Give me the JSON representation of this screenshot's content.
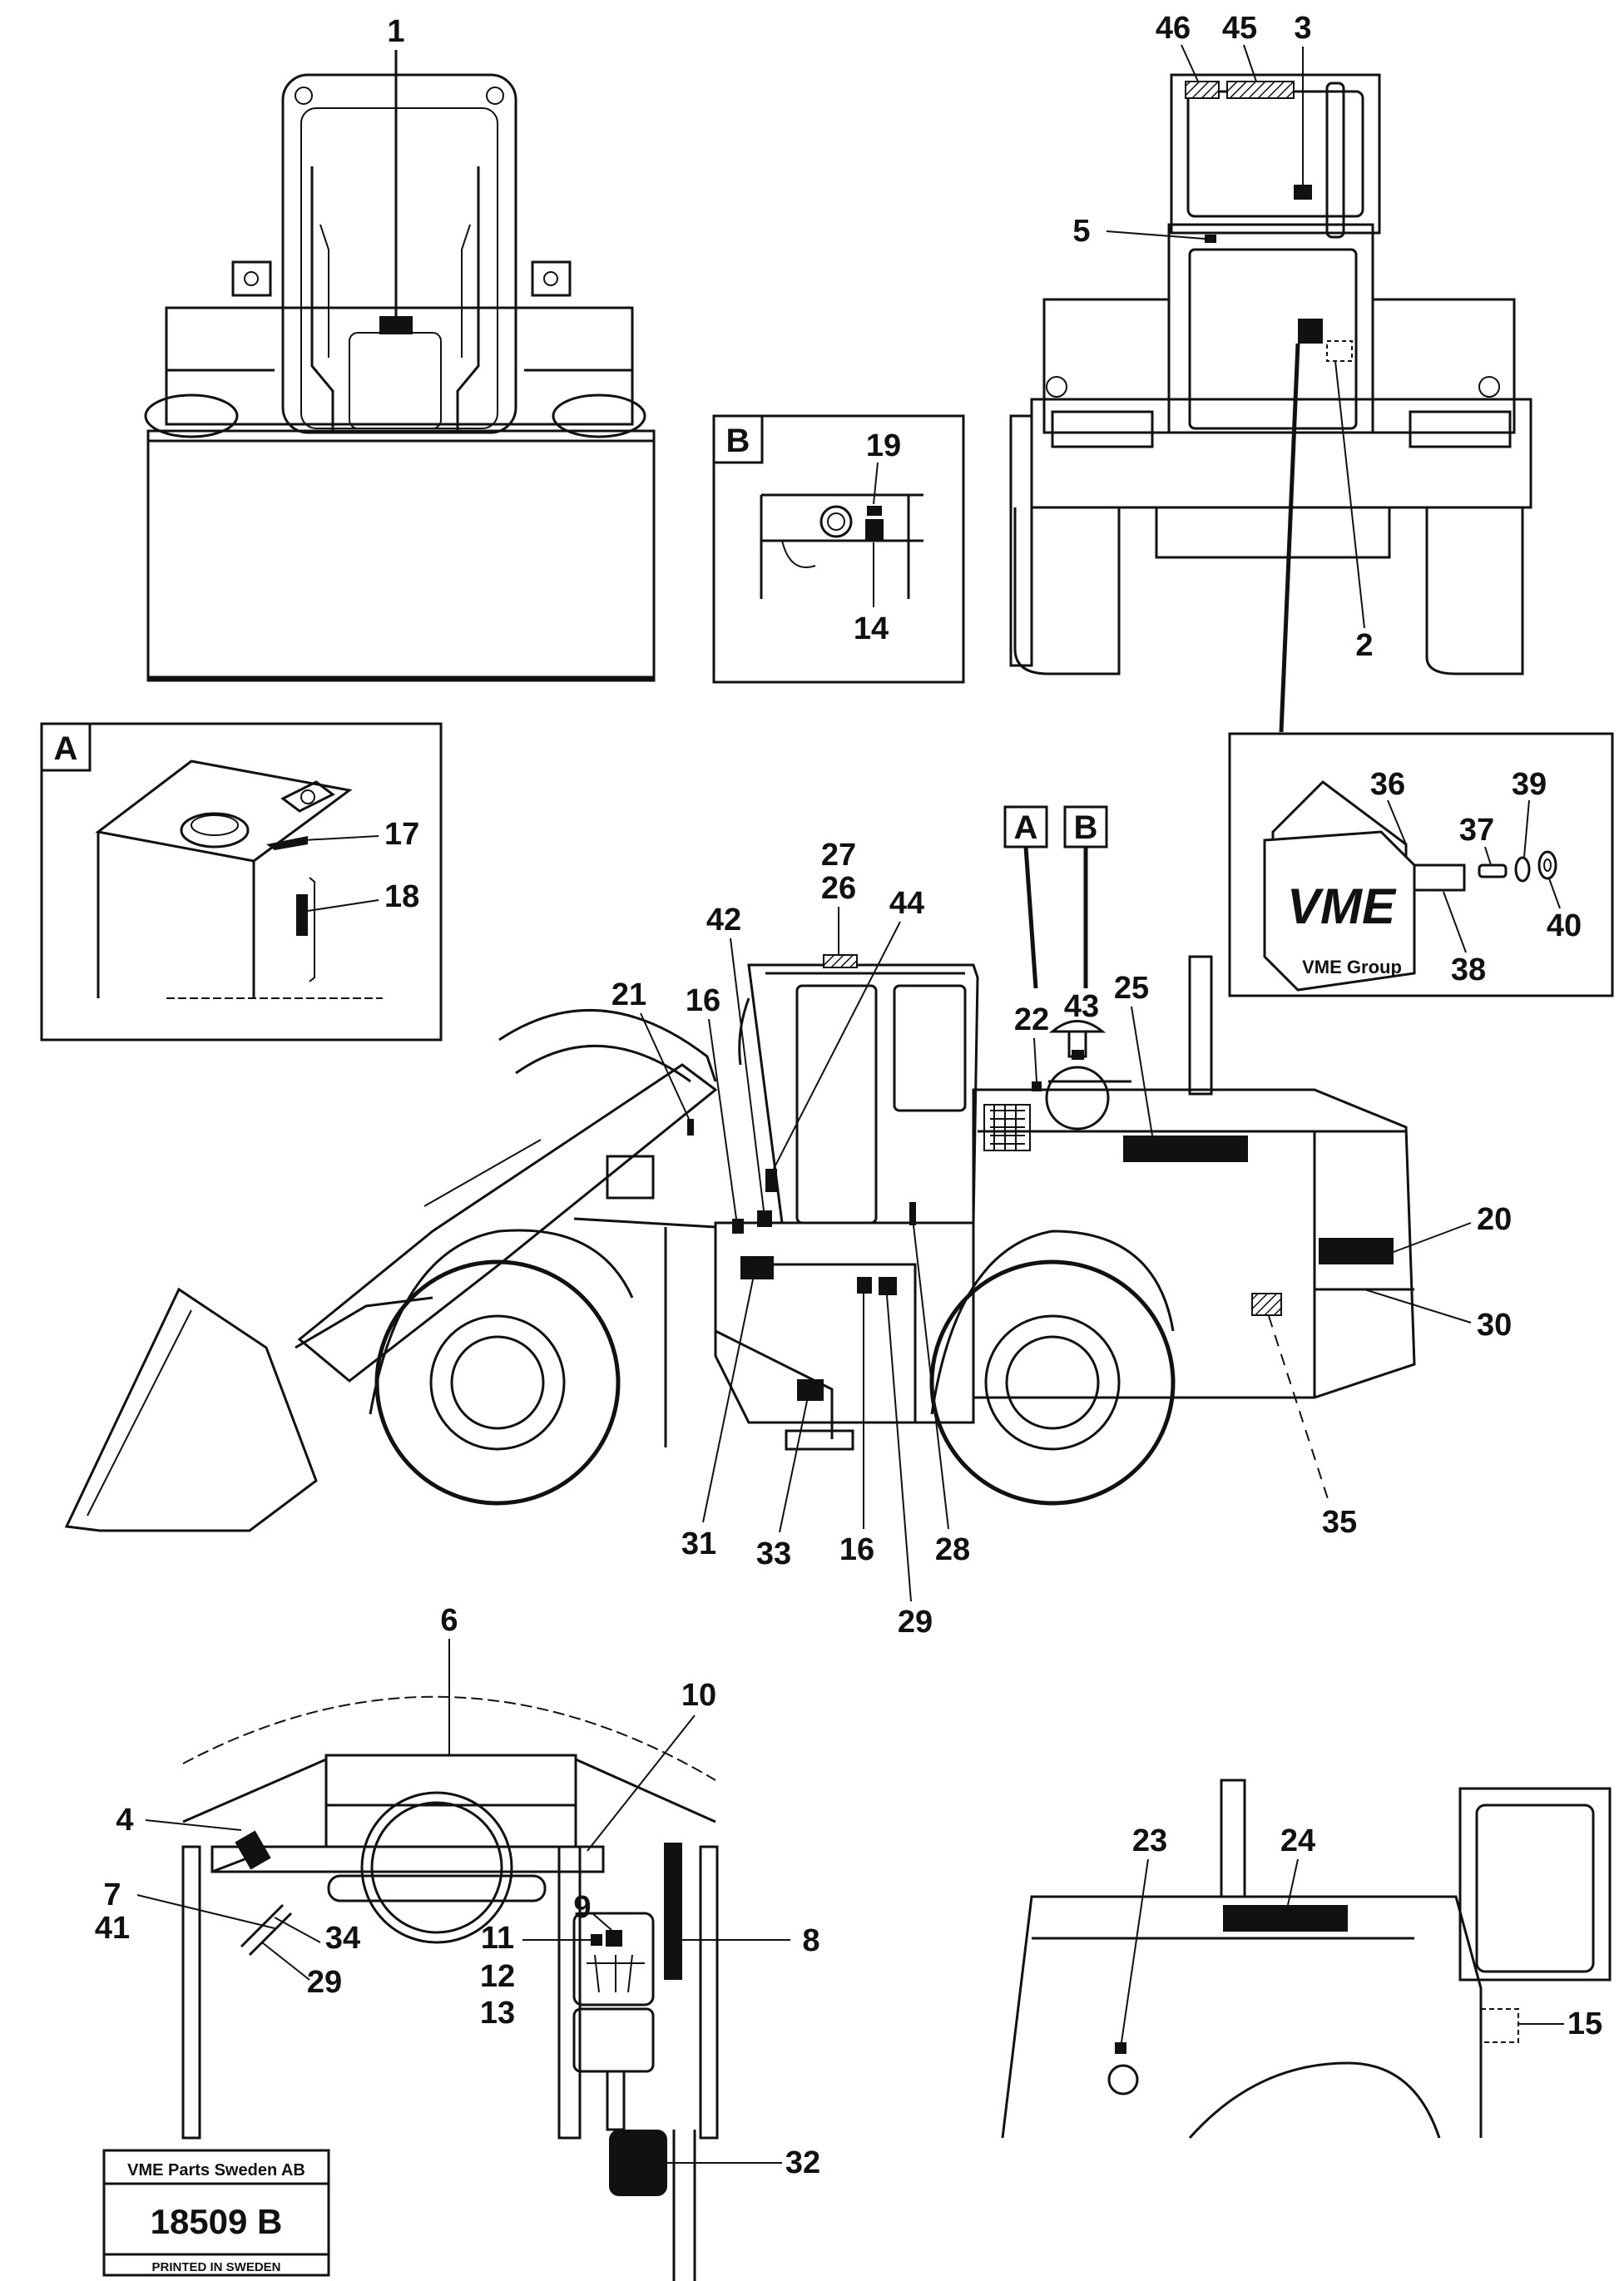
{
  "callouts": {
    "c1": "1",
    "c2": "2",
    "c3": "3",
    "c4": "4",
    "c5": "5",
    "c6": "6",
    "c7": "7",
    "c8": "8",
    "c9": "9",
    "c10": "10",
    "c11": "11",
    "c12": "12",
    "c13": "13",
    "c14": "14",
    "c15": "15",
    "c16a": "16",
    "c16b": "16",
    "c17": "17",
    "c18": "18",
    "c19": "19",
    "c20": "20",
    "c21": "21",
    "c22": "22",
    "c23": "23",
    "c24": "24",
    "c25": "25",
    "c26": "26",
    "c27": "27",
    "c28": "28",
    "c29a": "29",
    "c29b": "29",
    "c30": "30",
    "c31": "31",
    "c32": "32",
    "c33": "33",
    "c34": "34",
    "c35": "35",
    "c36": "36",
    "c37": "37",
    "c38": "38",
    "c39": "39",
    "c40": "40",
    "c41": "41",
    "c42": "42",
    "c43": "43",
    "c44": "44",
    "c45": "45",
    "c46": "46"
  },
  "detail_labels": {
    "a_box": "A",
    "b_box": "B",
    "a_ref": "A",
    "b_ref": "B"
  },
  "emblem": {
    "logo": "VME",
    "tagline": "VME Group"
  },
  "footer": {
    "company": "VME Parts Sweden AB",
    "drawing_number": "18509 B",
    "printed": "PRINTED IN SWEDEN"
  }
}
